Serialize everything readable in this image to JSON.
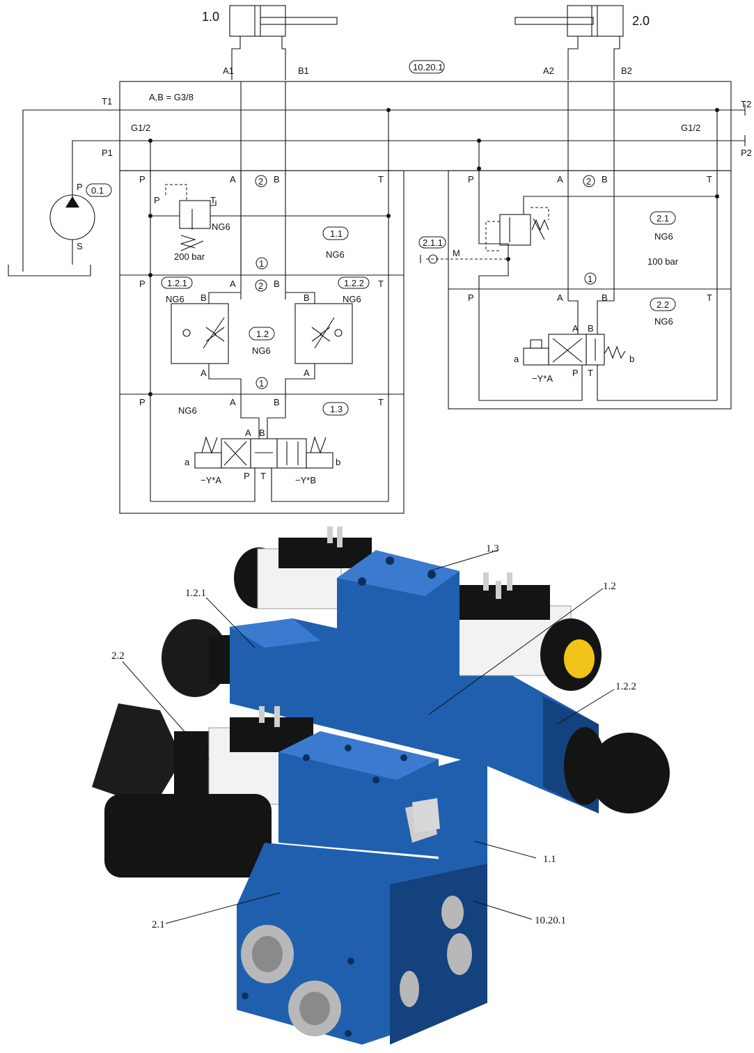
{
  "schematic": {
    "cyl_left": "1.0",
    "cyl_right": "2.0",
    "top_ports": [
      "A1",
      "B1",
      "A2",
      "B2"
    ],
    "block_id": "10.20.1",
    "thread_ab": "A,B = G3/8",
    "thread_left": "G1/2",
    "thread_right": "G1/2",
    "line_t1": "T1",
    "line_t2": "T2",
    "line_p1": "P1",
    "line_p2": "P2",
    "pump_id": "0.1",
    "pump_p": "P",
    "pump_s": "S",
    "port_p": "P",
    "port_a": "A",
    "port_b": "B",
    "port_t": "T",
    "pos_1": "1",
    "pos_2": "2",
    "valve_1_1": "1.1",
    "valve_1_2": "1.2",
    "valve_1_2_1": "1.2.1",
    "valve_1_2_2": "1.2.2",
    "valve_1_3": "1.3",
    "valve_2_1": "2.1",
    "valve_2_1_1": "2.1.1",
    "valve_2_2": "2.2",
    "ng6": "NG6",
    "relief_left": "200 bar",
    "relief_right": "100 bar",
    "gauge_m": "M",
    "sol_a": "a",
    "sol_b": "b",
    "sol_ya": "−Y*A",
    "sol_yb": "−Y*B"
  },
  "render_labels": {
    "l13": "1.3",
    "l12": "1.2",
    "l121": "1.2.1",
    "l122": "1.2.2",
    "l22": "2.2",
    "l11": "1.1",
    "l21": "2.1",
    "l10201": "10.20.1"
  },
  "colors": {
    "body_blue": "#1f5fae",
    "body_blue_dark": "#13427f",
    "body_blue_light": "#3a7bd0",
    "coil_black": "#141414",
    "solenoid_white": "#f2f2f2",
    "indicator_yellow": "#f2c318",
    "port_grey": "#b8b8b8"
  }
}
